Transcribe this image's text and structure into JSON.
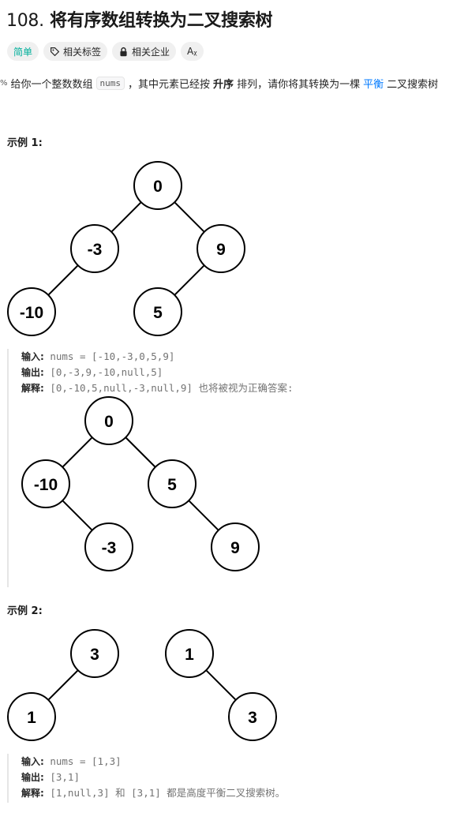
{
  "problem": {
    "number": "108.",
    "title": "将有序数组转换为二叉搜索树"
  },
  "tags": {
    "difficulty": "简单",
    "topics": "相关标签",
    "companies": "相关企业",
    "translate": "Aᵪ"
  },
  "description": {
    "prefix": "给你一个整数数组",
    "code": "nums",
    "mid": "，其中元素已经按",
    "bold": "升序",
    "mid2": "排列，请你将其转换为一棵",
    "link": "平衡",
    "suffix": "二叉搜索树"
  },
  "example1": {
    "heading": "示例 1:",
    "tree1": [
      "0",
      "-3",
      "9",
      "-10",
      "5"
    ],
    "input_label": "输入:",
    "input_value": "nums = [-10,-3,0,5,9]",
    "output_label": "输出:",
    "output_value": "[0,-3,9,-10,null,5]",
    "explain_label": "解释:",
    "explain_value": "[0,-10,5,null,-3,null,9] 也将被视为正确答案:",
    "tree2": [
      "0",
      "-10",
      "5",
      "-3",
      "9"
    ]
  },
  "example2": {
    "heading": "示例 2:",
    "tree_a": [
      "3",
      "1"
    ],
    "tree_b": [
      "1",
      "3"
    ],
    "input_label": "输入:",
    "input_value": "nums = [1,3]",
    "output_label": "输出:",
    "output_value": "[3,1]",
    "explain_label": "解释:",
    "explain_value": "[1,null,3] 和 [3,1] 都是高度平衡二叉搜索树。"
  }
}
